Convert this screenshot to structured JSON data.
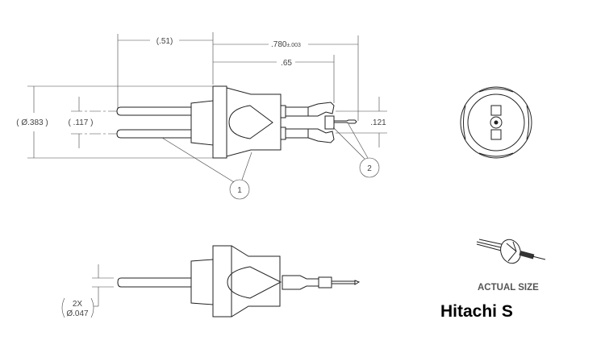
{
  "top_view": {
    "dim_pin_length": "(.51)",
    "dim_overall": ".780",
    "dim_overall_tol": "±.003",
    "dim_body": ".65",
    "dim_diameter": "( Ø.383 )",
    "dim_pin_spacing": "( .117 )",
    "dim_connector": ".121",
    "callout_1": "1",
    "callout_2": "2"
  },
  "bottom_view": {
    "pin_qty": "2X",
    "pin_diameter": "Ø.047"
  },
  "labels": {
    "actual_size": "ACTUAL SIZE",
    "title": "Hitachi S"
  }
}
